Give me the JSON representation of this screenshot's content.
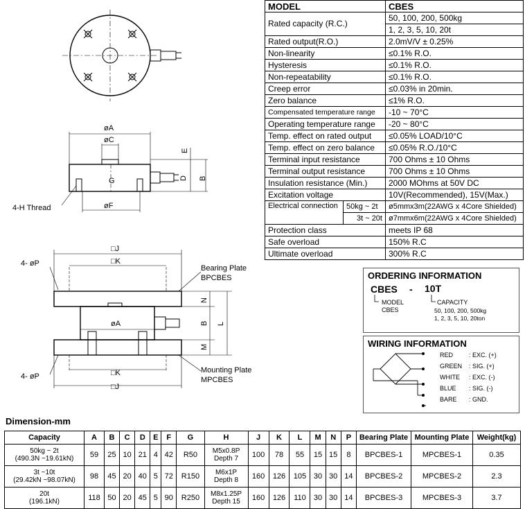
{
  "spec_table": {
    "header": [
      "MODEL",
      "CBES"
    ],
    "rows": [
      {
        "label": "Rated capacity (R.C.)",
        "values": [
          "50, 100, 200, 500kg",
          "1, 2, 3, 5, 10, 20t"
        ]
      },
      {
        "label": "Rated output(R.O.)",
        "values": [
          "2.0mV/V ± 0.25%"
        ]
      },
      {
        "label": "Non-linearity",
        "values": [
          "≤0.1% R.O."
        ]
      },
      {
        "label": "Hysteresis",
        "values": [
          "≤0.1% R.O."
        ]
      },
      {
        "label": "Non-repeatability",
        "values": [
          "≤0.1% R.O."
        ]
      },
      {
        "label": "Creep error",
        "values": [
          "≤0.03% in 20min."
        ]
      },
      {
        "label": "Zero balance",
        "values": [
          "≤1% R.O."
        ]
      },
      {
        "label": "Compensated temperature range",
        "values": [
          "-10 ~ 70°C"
        ]
      },
      {
        "label": "Operating temperature range",
        "values": [
          "-20 ~ 80°C"
        ]
      },
      {
        "label": "Temp. effect on rated output",
        "values": [
          "≤0.05% LOAD/10°C"
        ]
      },
      {
        "label": "Temp. effect on zero balance",
        "values": [
          "≤0.05% R.O./10°C"
        ]
      },
      {
        "label": "Terminal input resistance",
        "values": [
          "700 Ohms ± 10 Ohms"
        ]
      },
      {
        "label": "Terminal output resistance",
        "values": [
          "700 Ohms ± 10 Ohms"
        ]
      },
      {
        "label": "Insulation resistance (Min.)",
        "values": [
          "2000 MOhms at 50V DC"
        ]
      }
    ],
    "excitation": {
      "label": "Excitation voltage",
      "value": "10V(Recommended), 15V(Max.)"
    },
    "electrical": {
      "label": "Electrical connection",
      "rows": [
        {
          "range": "50kg ~ 2t",
          "value": "ø5mmx3m(22AWG x 4Core Shielded)"
        },
        {
          "range": "3t ~ 20t",
          "value": "ø7mmx6m(22AWG x 4Core Shielded)"
        }
      ]
    },
    "tail_rows": [
      {
        "label": "Protection class",
        "value": "meets IP 68"
      },
      {
        "label": "Safe overload",
        "value": "150% R.C"
      },
      {
        "label": "Ultimate overload",
        "value": "300% R.C"
      }
    ]
  },
  "ordering": {
    "title": "ORDERING INFORMATION",
    "model_code": "CBES",
    "dash": "-",
    "capacity_code": "10T",
    "model_label": "MODEL",
    "model_value": "CBES",
    "capacity_label": "CAPACITY",
    "capacity_line1": "50, 100, 200, 500kg",
    "capacity_line2": "1, 2, 3, 5, 10, 20ton"
  },
  "wiring": {
    "title": "WIRING INFORMATION",
    "wires": [
      {
        "color": "RED",
        "signal": ": EXC. (+)"
      },
      {
        "color": "GREEN",
        "signal": ": SIG. (+)"
      },
      {
        "color": "WHITE",
        "signal": ": EXC. (-)"
      },
      {
        "color": "BLUE",
        "signal": ": SIG. (-)"
      },
      {
        "color": "BARE",
        "signal": ": GND."
      }
    ]
  },
  "drawing": {
    "dims": {
      "phiA": "øA",
      "phiC": "øC",
      "E": "E",
      "D": "D",
      "B": "B",
      "G": "G",
      "phiF": "øF",
      "thread": "4-H Thread"
    },
    "assembly": {
      "J": "□J",
      "K": "□K",
      "phiP_top": "4- øP",
      "phiP_bottom": "4- øP",
      "N": "N",
      "B": "B",
      "M": "M",
      "L": "L",
      "phiA": "øA",
      "bearing_plate": "Bearing Plate",
      "bearing_code": "BPCBES",
      "mounting_plate": "Mounting Plate",
      "mounting_code": "MPCBES"
    }
  },
  "dimension": {
    "title": "Dimension-mm",
    "headers": [
      "Capacity",
      "A",
      "B",
      "C",
      "D",
      "E",
      "F",
      "G",
      "H",
      "J",
      "K",
      "L",
      "M",
      "N",
      "P",
      "Bearing Plate",
      "Mounting Plate",
      "Weight(kg)"
    ],
    "rows": [
      {
        "cap1": "50kg ~ 2t",
        "cap2": "(490.3N ~19.61kN)",
        "A": "59",
        "B": "25",
        "C": "10",
        "D": "21",
        "E": "4",
        "F": "42",
        "G": "R50",
        "H1": "M5x0.8P",
        "H2": "Depth 7",
        "J": "100",
        "K": "78",
        "L": "55",
        "M": "15",
        "N": "15",
        "P": "8",
        "bp": "BPCBES-1",
        "mp": "MPCBES-1",
        "w": "0.35"
      },
      {
        "cap1": "3t ~10t",
        "cap2": "(29.42kN ~98.07kN)",
        "A": "98",
        "B": "45",
        "C": "20",
        "D": "40",
        "E": "5",
        "F": "72",
        "G": "R150",
        "H1": "M6x1P",
        "H2": "Depth 8",
        "J": "160",
        "K": "126",
        "L": "105",
        "M": "30",
        "N": "30",
        "P": "14",
        "bp": "BPCBES-2",
        "mp": "MPCBES-2",
        "w": "2.3"
      },
      {
        "cap1": "20t",
        "cap2": "(196.1kN)",
        "A": "118",
        "B": "50",
        "C": "20",
        "D": "45",
        "E": "5",
        "F": "90",
        "G": "R250",
        "H1": "M8x1.25P",
        "H2": "Depth 15",
        "J": "160",
        "K": "126",
        "L": "110",
        "M": "30",
        "N": "30",
        "P": "14",
        "bp": "BPCBES-3",
        "mp": "MPCBES-3",
        "w": "3.7"
      }
    ]
  }
}
